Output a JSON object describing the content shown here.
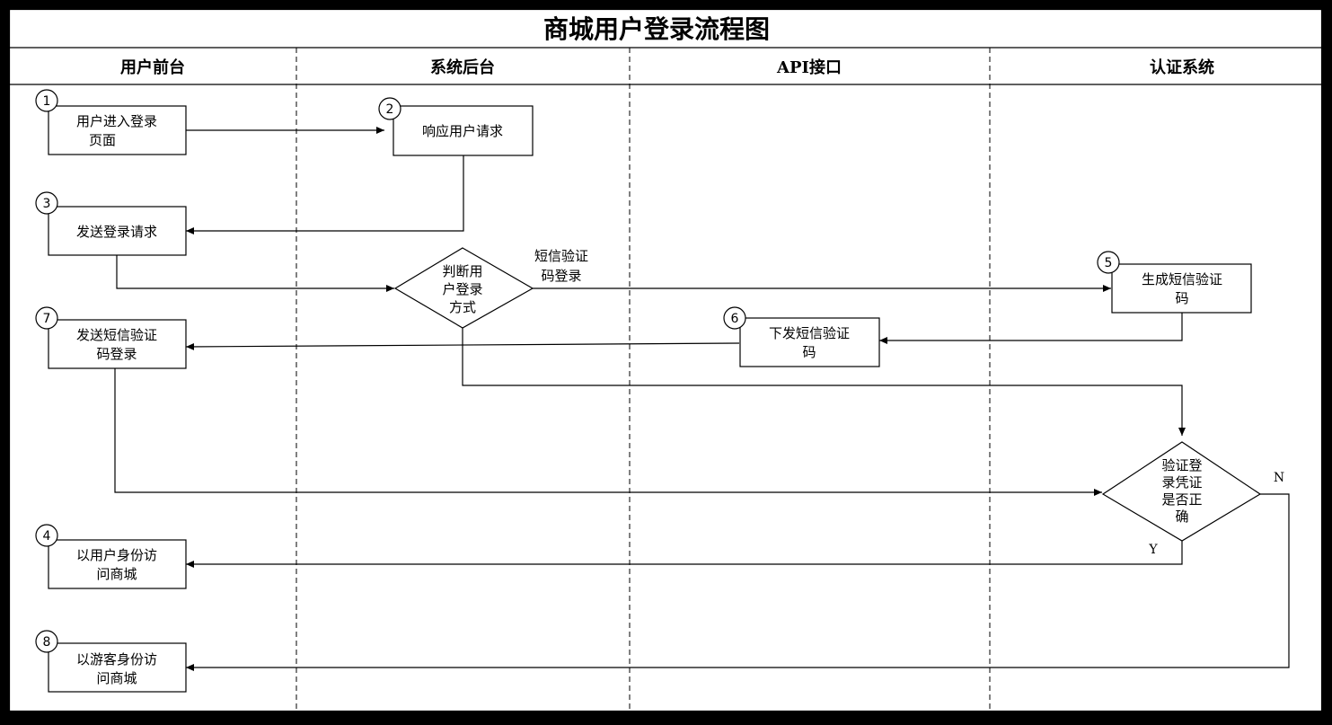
{
  "title": "商城用户登录流程图",
  "lanes": [
    "用户前台",
    "系统后台",
    "API接口",
    "认证系统"
  ],
  "nodes": {
    "n1": {
      "num": "1",
      "lines": [
        "用户进入登录",
        "页面"
      ]
    },
    "n2": {
      "num": "2",
      "lines": [
        "响应用户请求"
      ]
    },
    "n3": {
      "num": "3",
      "lines": [
        "发送登录请求"
      ]
    },
    "decision_method": {
      "lines": [
        "判断用",
        "户登录",
        "方式"
      ]
    },
    "n5": {
      "num": "5",
      "lines": [
        "生成短信验证",
        "码"
      ]
    },
    "n6": {
      "num": "6",
      "lines": [
        "下发短信验证",
        "码"
      ]
    },
    "n7": {
      "num": "7",
      "lines": [
        "发送短信验证",
        "码登录"
      ]
    },
    "decision_verify": {
      "lines": [
        "验证登",
        "录凭证",
        "是否正",
        "确"
      ]
    },
    "n4": {
      "num": "4",
      "lines": [
        "以用户身份访",
        "问商城"
      ]
    },
    "n8": {
      "num": "8",
      "lines": [
        "以游客身份访",
        "问商城"
      ]
    }
  },
  "edge_labels": {
    "sms_login": [
      "短信验证",
      "码登录"
    ],
    "yes": "Y",
    "no": "N"
  }
}
